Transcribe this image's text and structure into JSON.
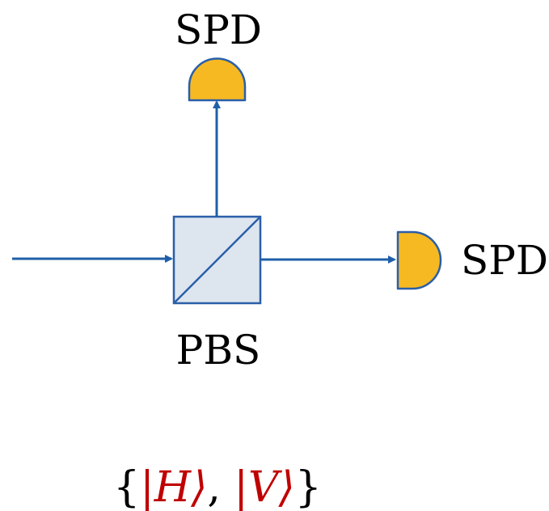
{
  "diagram": {
    "detector_top_label": "SPD",
    "detector_right_label": "SPD",
    "splitter_label": "PBS",
    "basis": {
      "open_brace": "{",
      "state_h": "|H⟩",
      "separator": ", ",
      "state_v": "|V⟩",
      "close_brace": "}"
    }
  },
  "colors": {
    "beam": "#1f5fa8",
    "detector_fill": "#f6b922",
    "detector_stroke": "#2a5fa8",
    "splitter_fill": "#dde5ef",
    "splitter_stroke": "#2a5fa8",
    "state_text": "#c00000"
  }
}
